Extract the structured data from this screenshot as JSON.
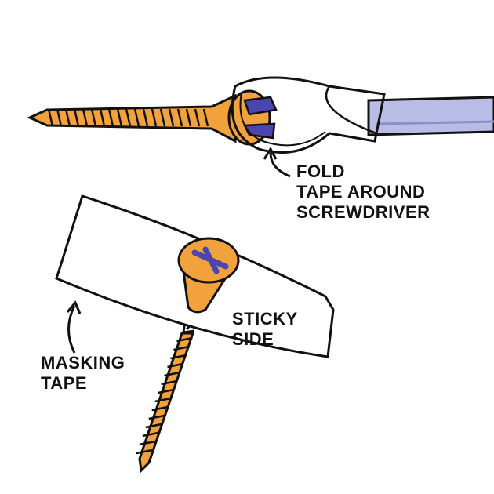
{
  "labels": {
    "fold": [
      "FOLD",
      "TAPE AROUND",
      "SCREWDRIVER"
    ],
    "sticky": [
      "STICKY",
      "SIDE"
    ],
    "masking": [
      "MASKING",
      "TAPE"
    ]
  },
  "colors": {
    "screw": "#f2a23c",
    "outline": "#111111",
    "shaft": "#b9bde6",
    "tip": "#4b45b0",
    "tape": "#ffffff"
  }
}
